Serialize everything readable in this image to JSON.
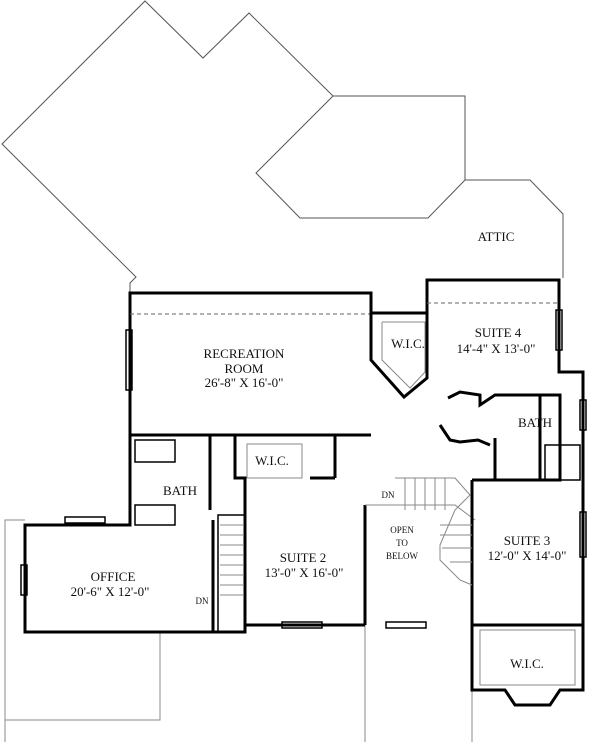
{
  "plan": {
    "attic": "ATTIC",
    "rooms": {
      "recreation": {
        "name1": "RECREATION",
        "name2": "ROOM",
        "size": "26'-8\" X 16'-0\""
      },
      "suite4": {
        "name": "SUITE 4",
        "size": "14'-4\" X 13'-0\""
      },
      "wic_suite4": "W.I.C.",
      "bath_suite4": "BATH",
      "wic_suite2": "W.I.C.",
      "bath_left": "BATH",
      "office": {
        "name": "OFFICE",
        "size": "20'-6\" X 12'-0\""
      },
      "suite2": {
        "name": "SUITE 2",
        "size": "13'-0\" X 16'-0\""
      },
      "open_below": {
        "line1": "OPEN",
        "line2": "TO",
        "line3": "BELOW"
      },
      "suite3": {
        "name": "SUITE 3",
        "size": "12'-0\" X 14'-0\""
      },
      "wic_suite3": "W.I.C."
    },
    "stairs": {
      "down_main": "DN",
      "down_rear": "DN"
    }
  }
}
